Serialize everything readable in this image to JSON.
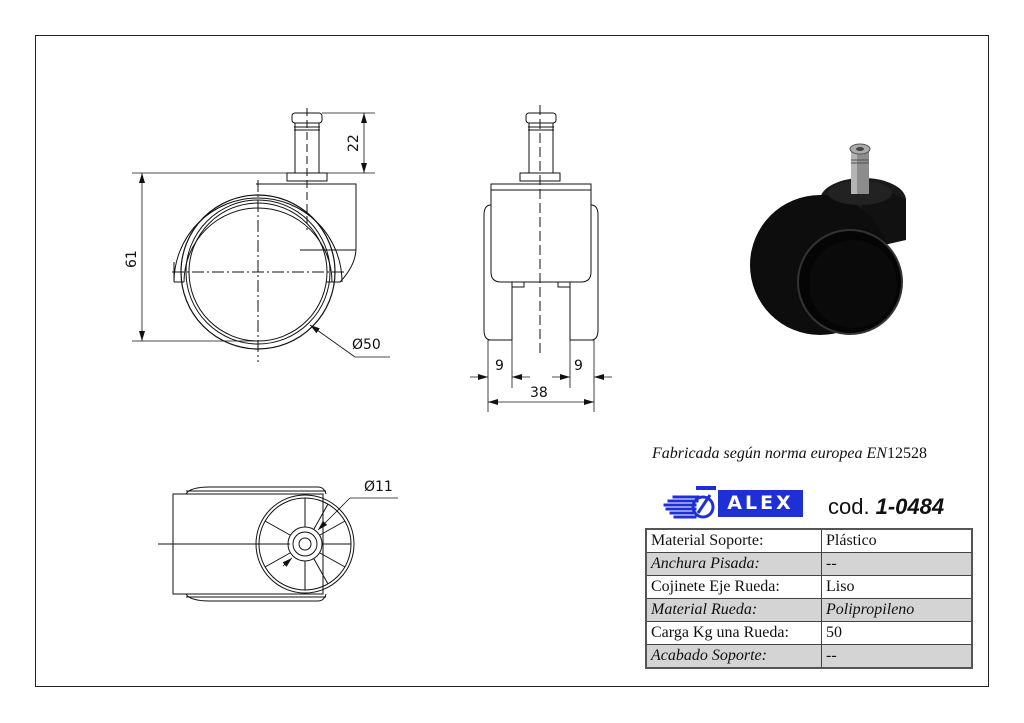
{
  "drawing": {
    "side_view": {
      "dim_height_pin": "22",
      "dim_height_total": "61",
      "dim_wheel_diameter": "Ø50"
    },
    "front_view": {
      "dim_left_wheel_width": "9",
      "dim_right_wheel_width": "9",
      "dim_total_width": "38"
    },
    "top_view": {
      "dim_pin_diameter": "Ø11"
    },
    "render_3d": "black twin-wheel caster with grey stem"
  },
  "norma": {
    "text": "Fabricada según norma europea EN",
    "number": "12528"
  },
  "brand": {
    "logo_text": "ALEX",
    "logo_color": "#1e2fd6"
  },
  "product_code": {
    "prefix": "cod.",
    "code": "1-0484"
  },
  "specs": [
    {
      "label": "Material Soporte:",
      "value": "Plástico",
      "shaded": false
    },
    {
      "label": "Anchura Pisada:",
      "value": "--",
      "shaded": true
    },
    {
      "label": "Cojinete Eje Rueda:",
      "value": "Liso",
      "shaded": false
    },
    {
      "label": "Material Rueda:",
      "value": "Polipropileno",
      "shaded": true
    },
    {
      "label": "Carga Kg una Rueda:",
      "value": "50",
      "shaded": false
    },
    {
      "label": "Acabado Soporte:",
      "value": "--",
      "shaded": true
    }
  ]
}
